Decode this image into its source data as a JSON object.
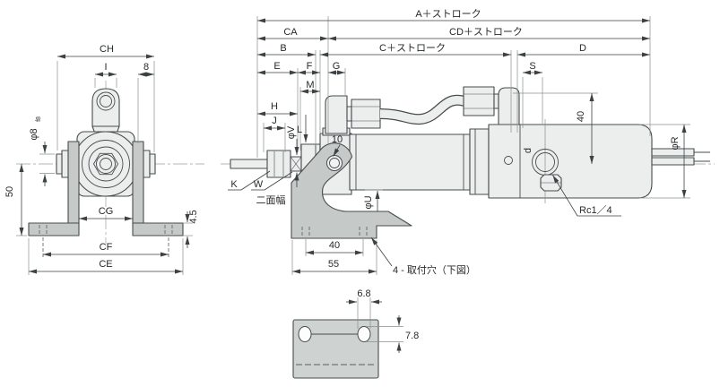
{
  "title": "cylinder-dimension-drawing",
  "colors": {
    "line": "#3c4143",
    "fill_light": "#eceeed",
    "bracket_gray": "#c5c9c8",
    "background": "#ffffff"
  },
  "front_view": {
    "dim_ch": "CH",
    "dim_i": "I",
    "dim_8": "8",
    "dim_phi8": "φ8",
    "dim_phi8_tol": "f8",
    "dim_50": "50",
    "dim_cg": "CG",
    "dim_cf": "CF",
    "dim_ce": "CE",
    "dim_45": "4.5"
  },
  "side_view": {
    "dim_a_stroke": "A＋ストローク",
    "dim_ca": "CA",
    "dim_cd_stroke": "CD＋ストローク",
    "dim_b": "B",
    "dim_c_stroke": "C＋ストローク",
    "dim_d": "D",
    "dim_e": "E",
    "dim_f": "F",
    "dim_g": "G",
    "dim_s": "S",
    "dim_m": "M",
    "dim_h": "H",
    "dim_j": "J",
    "dim_l": "L",
    "dim_phi_v": "φV",
    "dim_10": "10",
    "dim_k": "K",
    "dim_w": "W",
    "note_across_flats": "二面幅",
    "dim_phi_u": "φU",
    "dim_40_base": "40",
    "dim_55": "55",
    "note_mount_holes": "4 - 取付穴（下図）",
    "dim_d_port": "d",
    "note_port_thread": "Rc1／4",
    "dim_40_height": "40",
    "dim_phi_r": "φR"
  },
  "detail_view": {
    "dim_68": "6.8",
    "dim_78": "7.8"
  }
}
